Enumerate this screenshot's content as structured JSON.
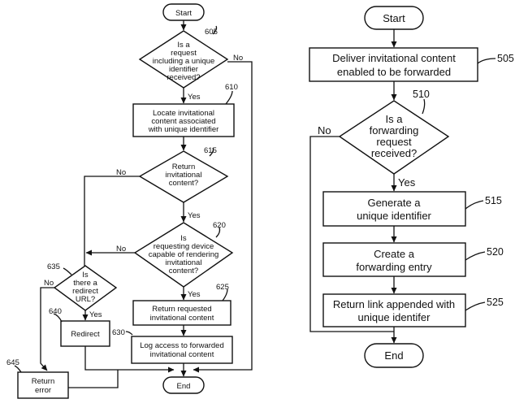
{
  "left": {
    "start": "Start",
    "end": "End",
    "d605": {
      "ref": "605",
      "lines": [
        "Is a",
        "request",
        "including a unique",
        "identifier",
        "received?"
      ],
      "yes": "Yes",
      "no": "No"
    },
    "b610": {
      "ref": "610",
      "lines": [
        "Locate invitational",
        "content associated",
        "with unique identifier"
      ]
    },
    "d615": {
      "ref": "615",
      "lines": [
        "Return",
        "invitational",
        "content?"
      ],
      "yes": "Yes",
      "no": "No"
    },
    "d620": {
      "ref": "620",
      "lines": [
        "Is",
        "requesting device",
        "capable of rendering",
        "invitational",
        "content?"
      ],
      "yes": "Yes",
      "no": "No"
    },
    "b625": {
      "ref": "625",
      "lines": [
        "Return requested",
        "invitational content"
      ]
    },
    "b630": {
      "ref": "630",
      "lines": [
        "Log access to forwarded",
        "invitational content"
      ]
    },
    "d635": {
      "ref": "635",
      "lines": [
        "Is",
        "there a",
        "redirect",
        "URL?"
      ],
      "yes": "Yes",
      "no": "No"
    },
    "b640": {
      "ref": "640",
      "lines": [
        "Redirect"
      ]
    },
    "b645": {
      "ref": "645",
      "lines": [
        "Return",
        "error"
      ]
    }
  },
  "right": {
    "start": "Start",
    "end": "End",
    "b505": {
      "ref": "505",
      "lines": [
        "Deliver invitational content",
        "enabled to be forwarded"
      ]
    },
    "d510": {
      "ref": "510",
      "lines": [
        "Is a",
        "forwarding",
        "request",
        "received?"
      ],
      "yes": "Yes",
      "no": "No"
    },
    "b515": {
      "ref": "515",
      "lines": [
        "Generate a",
        "unique identifier"
      ]
    },
    "b520": {
      "ref": "520",
      "lines": [
        "Create a",
        "forwarding entry"
      ]
    },
    "b525": {
      "ref": "525",
      "lines": [
        "Return link appended with",
        "unique identifer"
      ]
    }
  }
}
